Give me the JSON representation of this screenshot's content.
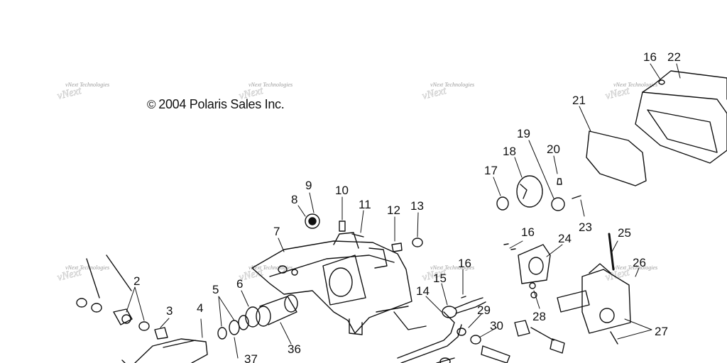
{
  "copyright": {
    "symbol": "©",
    "text": "2004 Polaris Sales Inc."
  },
  "watermark": {
    "text": "vNext Technologies"
  },
  "callouts": [
    "2",
    "3",
    "4",
    "5",
    "6",
    "7",
    "8",
    "9",
    "10",
    "11",
    "12",
    "13",
    "14",
    "15",
    "16",
    "16",
    "16",
    "17",
    "18",
    "19",
    "20",
    "21",
    "22",
    "23",
    "24",
    "25",
    "26",
    "27",
    "28",
    "29",
    "30",
    "36",
    "37"
  ]
}
